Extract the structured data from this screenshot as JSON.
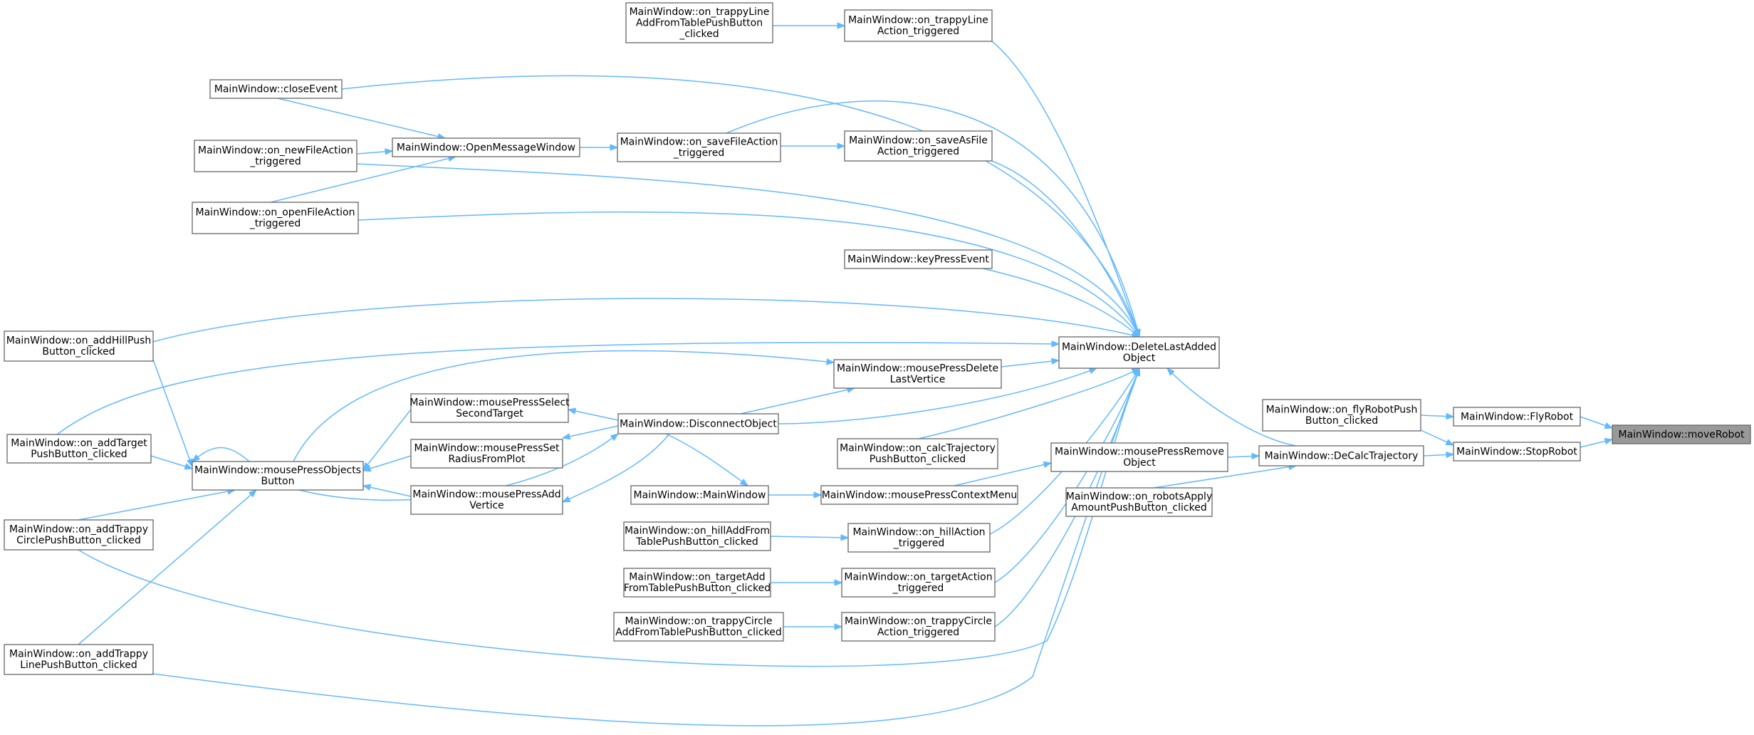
{
  "graph": {
    "nodes": [
      {
        "id": "moveRobot",
        "lines": [
          "MainWindow::moveRobot"
        ],
        "current": true
      },
      {
        "id": "FlyRobot",
        "lines": [
          "MainWindow::FlyRobot"
        ]
      },
      {
        "id": "StopRobot",
        "lines": [
          "MainWindow::StopRobot"
        ]
      },
      {
        "id": "flyRobotPush",
        "lines": [
          "MainWindow::on_flyRobotPush",
          "Button_clicked"
        ]
      },
      {
        "id": "DeCalcTrajectory",
        "lines": [
          "MainWindow::DeCalcTrajectory"
        ]
      },
      {
        "id": "DeleteLastAdded",
        "lines": [
          "MainWindow::DeleteLastAdded",
          "Object"
        ]
      },
      {
        "id": "mousePressRemove",
        "lines": [
          "MainWindow::mousePressRemove",
          "Object"
        ]
      },
      {
        "id": "robotsApply",
        "lines": [
          "MainWindow::on_robotsApply",
          "AmountPushButton_clicked"
        ]
      },
      {
        "id": "trappyLineAction",
        "lines": [
          "MainWindow::on_trappyLine",
          "Action_triggered"
        ]
      },
      {
        "id": "trappyLineAddFromTable",
        "lines": [
          "MainWindow::on_trappyLine",
          "AddFromTablePushButton",
          "_clicked"
        ]
      },
      {
        "id": "closeEvent",
        "lines": [
          "MainWindow::closeEvent"
        ]
      },
      {
        "id": "OpenMessageWindow",
        "lines": [
          "MainWindow::OpenMessageWindow"
        ]
      },
      {
        "id": "newFileAction",
        "lines": [
          "MainWindow::on_newFileAction",
          "_triggered"
        ]
      },
      {
        "id": "openFileAction",
        "lines": [
          "MainWindow::on_openFileAction",
          "_triggered"
        ]
      },
      {
        "id": "saveFileAction",
        "lines": [
          "MainWindow::on_saveFileAction",
          "_triggered"
        ]
      },
      {
        "id": "saveAsFile",
        "lines": [
          "MainWindow::on_saveAsFile",
          "Action_triggered"
        ]
      },
      {
        "id": "keyPressEvent",
        "lines": [
          "MainWindow::keyPressEvent"
        ]
      },
      {
        "id": "addHillPush",
        "lines": [
          "MainWindow::on_addHillPush",
          "Button_clicked"
        ]
      },
      {
        "id": "mousePressDelete",
        "lines": [
          "MainWindow::mousePressDelete",
          "LastVertice"
        ]
      },
      {
        "id": "mousePressSelect",
        "lines": [
          "MainWindow::mousePressSelect",
          "SecondTarget"
        ]
      },
      {
        "id": "DisconnectObject",
        "lines": [
          "MainWindow::DisconnectObject"
        ]
      },
      {
        "id": "addTargetPush",
        "lines": [
          "MainWindow::on_addTarget",
          "PushButton_clicked"
        ]
      },
      {
        "id": "mousePressObjects",
        "lines": [
          "MainWindow::mousePressObjects",
          "Button"
        ]
      },
      {
        "id": "mousePressSetRadius",
        "lines": [
          "MainWindow::mousePressSet",
          "RadiusFromPlot"
        ]
      },
      {
        "id": "calcTrajectory",
        "lines": [
          "MainWindow::on_calcTrajectory",
          "PushButton_clicked"
        ]
      },
      {
        "id": "mainWindowCtor",
        "lines": [
          "MainWindow::MainWindow"
        ]
      },
      {
        "id": "mousePressContextMenu",
        "lines": [
          "MainWindow::mousePressContextMenu"
        ]
      },
      {
        "id": "mousePressAddVertice",
        "lines": [
          "MainWindow::mousePressAdd",
          "Vertice"
        ]
      },
      {
        "id": "addTrappyCircle",
        "lines": [
          "MainWindow::on_addTrappy",
          "CirclePushButton_clicked"
        ]
      },
      {
        "id": "hillAddFromTable",
        "lines": [
          "MainWindow::on_hillAddFrom",
          "TablePushButton_clicked"
        ]
      },
      {
        "id": "hillAction",
        "lines": [
          "MainWindow::on_hillAction",
          "_triggered"
        ]
      },
      {
        "id": "targetAddFromTable",
        "lines": [
          "MainWindow::on_targetAdd",
          "FromTablePushButton_clicked"
        ]
      },
      {
        "id": "targetAction",
        "lines": [
          "MainWindow::on_targetAction",
          "_triggered"
        ]
      },
      {
        "id": "trappyCircleAddFromTable",
        "lines": [
          "MainWindow::on_trappyCircle",
          "AddFromTablePushButton_clicked"
        ]
      },
      {
        "id": "trappyCircleAction",
        "lines": [
          "MainWindow::on_trappyCircle",
          "Action_triggered"
        ]
      },
      {
        "id": "addTrappyLine",
        "lines": [
          "MainWindow::on_addTrappy",
          "LinePushButton_clicked"
        ]
      }
    ],
    "edges": [
      [
        "FlyRobot",
        "moveRobot"
      ],
      [
        "StopRobot",
        "moveRobot"
      ],
      [
        "flyRobotPush",
        "FlyRobot"
      ],
      [
        "flyRobotPush",
        "StopRobot"
      ],
      [
        "DeCalcTrajectory",
        "StopRobot"
      ],
      [
        "DeleteLastAdded",
        "DeCalcTrajectory"
      ],
      [
        "mousePressRemove",
        "DeCalcTrajectory"
      ],
      [
        "robotsApply",
        "DeCalcTrajectory"
      ],
      [
        "trappyLineAction",
        "DeleteLastAdded"
      ],
      [
        "closeEvent",
        "DeleteLastAdded"
      ],
      [
        "saveFileAction",
        "DeleteLastAdded"
      ],
      [
        "saveAsFile",
        "DeleteLastAdded"
      ],
      [
        "newFileAction",
        "DeleteLastAdded"
      ],
      [
        "openFileAction",
        "DeleteLastAdded"
      ],
      [
        "keyPressEvent",
        "DeleteLastAdded"
      ],
      [
        "addHillPush",
        "DeleteLastAdded"
      ],
      [
        "addTargetPush",
        "DeleteLastAdded"
      ],
      [
        "mousePressDelete",
        "DeleteLastAdded"
      ],
      [
        "mousePressObjects",
        "DeleteLastAdded"
      ],
      [
        "calcTrajectory",
        "DeleteLastAdded"
      ],
      [
        "hillAction",
        "DeleteLastAdded"
      ],
      [
        "targetAction",
        "DeleteLastAdded"
      ],
      [
        "trappyCircleAction",
        "DeleteLastAdded"
      ],
      [
        "addTrappyCircle",
        "DeleteLastAdded"
      ],
      [
        "addTrappyLine",
        "DeleteLastAdded"
      ],
      [
        "DeleteLastAdded",
        "DisconnectObject"
      ],
      [
        "mousePressContextMenu",
        "mousePressRemove"
      ],
      [
        "trappyLineAddFromTable",
        "trappyLineAction"
      ],
      [
        "closeEvent",
        "OpenMessageWindow"
      ],
      [
        "newFileAction",
        "OpenMessageWindow"
      ],
      [
        "openFileAction",
        "OpenMessageWindow"
      ],
      [
        "OpenMessageWindow",
        "saveFileAction"
      ],
      [
        "saveAsFile",
        "saveFileAction"
      ],
      [
        "DisconnectObject",
        "mousePressDelete"
      ],
      [
        "DisconnectObject",
        "mousePressSelect"
      ],
      [
        "DisconnectObject",
        "mousePressSetRadius"
      ],
      [
        "DisconnectObject",
        "mousePressAddVertice"
      ],
      [
        "DisconnectObject",
        "mousePressObjects"
      ],
      [
        "DisconnectObject",
        "mousePressContextMenu"
      ],
      [
        "mousePressSelect",
        "mousePressObjects"
      ],
      [
        "mousePressSetRadius",
        "mousePressObjects"
      ],
      [
        "mousePressAddVertice",
        "mousePressObjects"
      ],
      [
        "mousePressObjects",
        "mousePressObjects"
      ],
      [
        "mousePressObjects",
        "addHillPush"
      ],
      [
        "addTargetPush",
        "mousePressObjects"
      ],
      [
        "addTrappyCircle",
        "mousePressObjects"
      ],
      [
        "addTrappyLine",
        "mousePressObjects"
      ],
      [
        "mainWindowCtor",
        "mousePressContextMenu"
      ],
      [
        "hillAddFromTable",
        "hillAction"
      ],
      [
        "targetAddFromTable",
        "targetAction"
      ],
      [
        "trappyCircleAddFromTable",
        "trappyCircleAction"
      ]
    ]
  }
}
